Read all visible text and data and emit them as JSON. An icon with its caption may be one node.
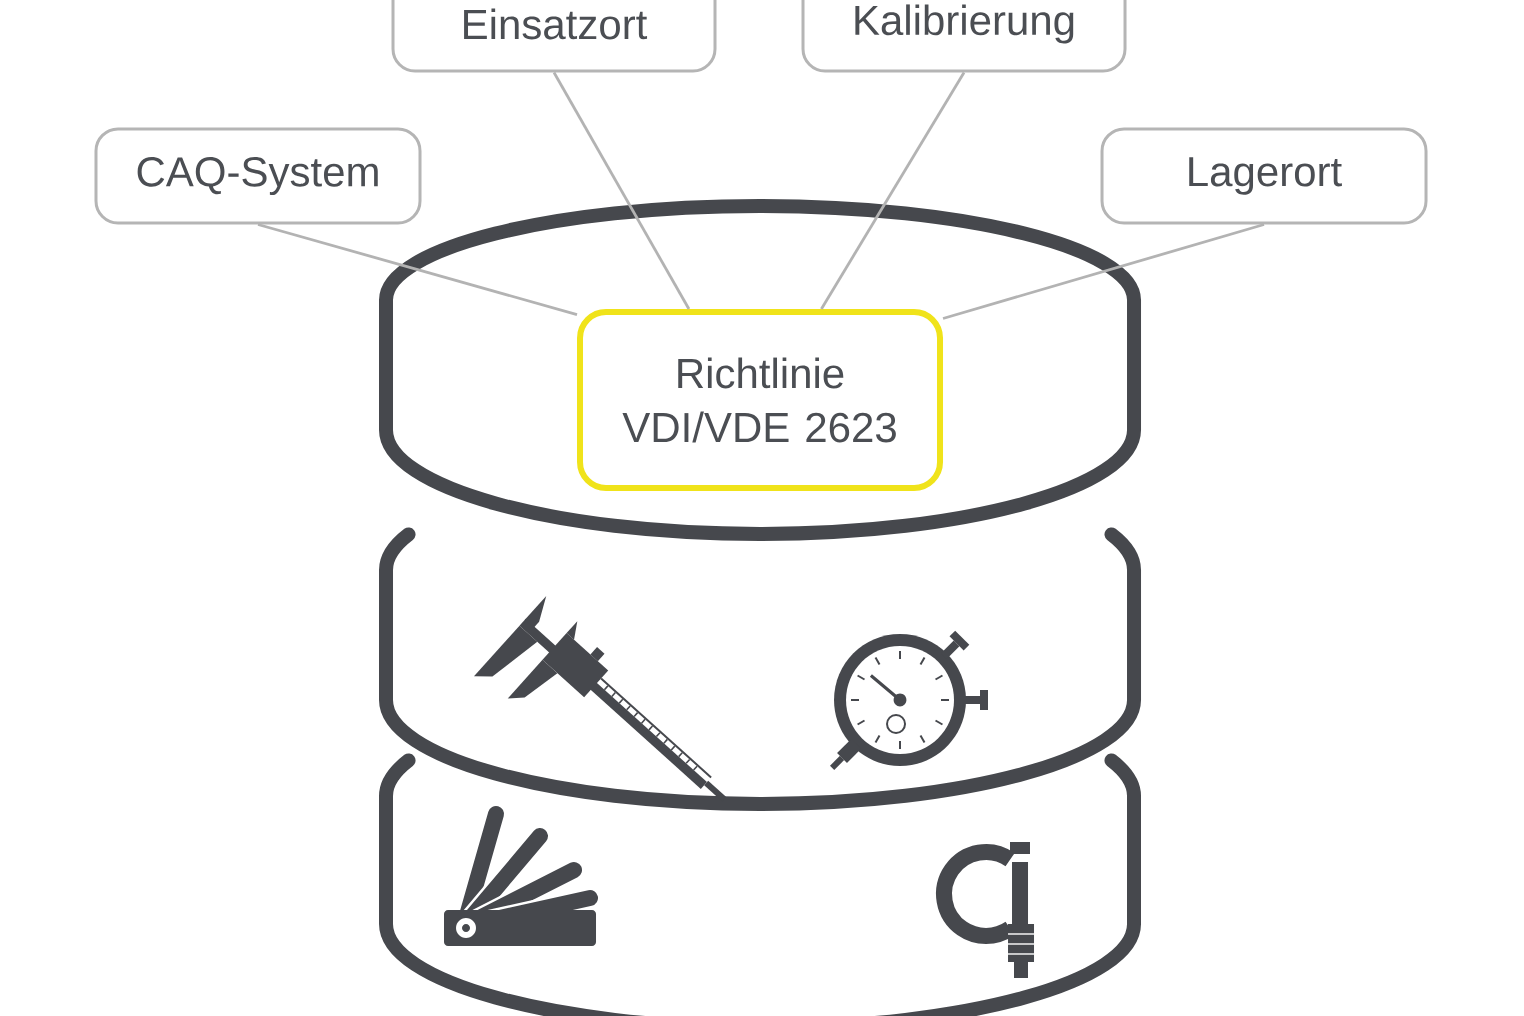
{
  "diagram": {
    "nodes": [
      {
        "text": [
          "Einsatzort"
        ]
      },
      {
        "text": [
          "Kalibrierung"
        ]
      },
      {
        "text": [
          "CAQ-System"
        ]
      },
      {
        "text": [
          "Lagerort"
        ]
      },
      {
        "text": [
          "Richtlinie VDI/VDE 2623"
        ]
      }
    ],
    "edges": [
      {
        "from": 0,
        "to": 4,
        "arrow": "none"
      },
      {
        "from": 1,
        "to": 4,
        "arrow": "none"
      },
      {
        "from": 2,
        "to": 4,
        "arrow": "none"
      },
      {
        "from": 3,
        "to": 4,
        "arrow": "none"
      }
    ]
  }
}
